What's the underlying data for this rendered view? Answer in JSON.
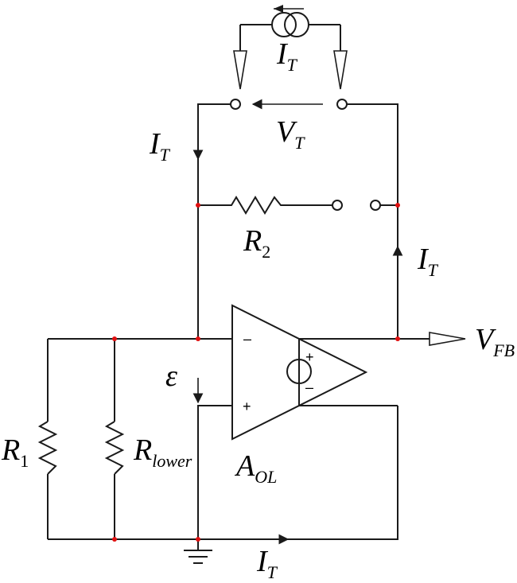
{
  "labels": {
    "it_top": {
      "main": "I",
      "sub": "T"
    },
    "vt": {
      "main": "V",
      "sub": "T"
    },
    "it_left": {
      "main": "I",
      "sub": "T"
    },
    "r2": {
      "main": "R",
      "sub": "2"
    },
    "it_right": {
      "main": "I",
      "sub": "T"
    },
    "vfb": {
      "main": "V",
      "sub": "FB"
    },
    "epsilon": "ε",
    "r1": {
      "main": "R",
      "sub": "1"
    },
    "rlower": {
      "main": "R",
      "sub": "lower"
    },
    "aol": {
      "main": "A",
      "sub": "OL"
    },
    "it_bottom": {
      "main": "I",
      "sub": "T"
    }
  },
  "opamp": {
    "minus": "–",
    "plus": "+"
  },
  "source": {
    "plus": "+",
    "minus": "–"
  }
}
